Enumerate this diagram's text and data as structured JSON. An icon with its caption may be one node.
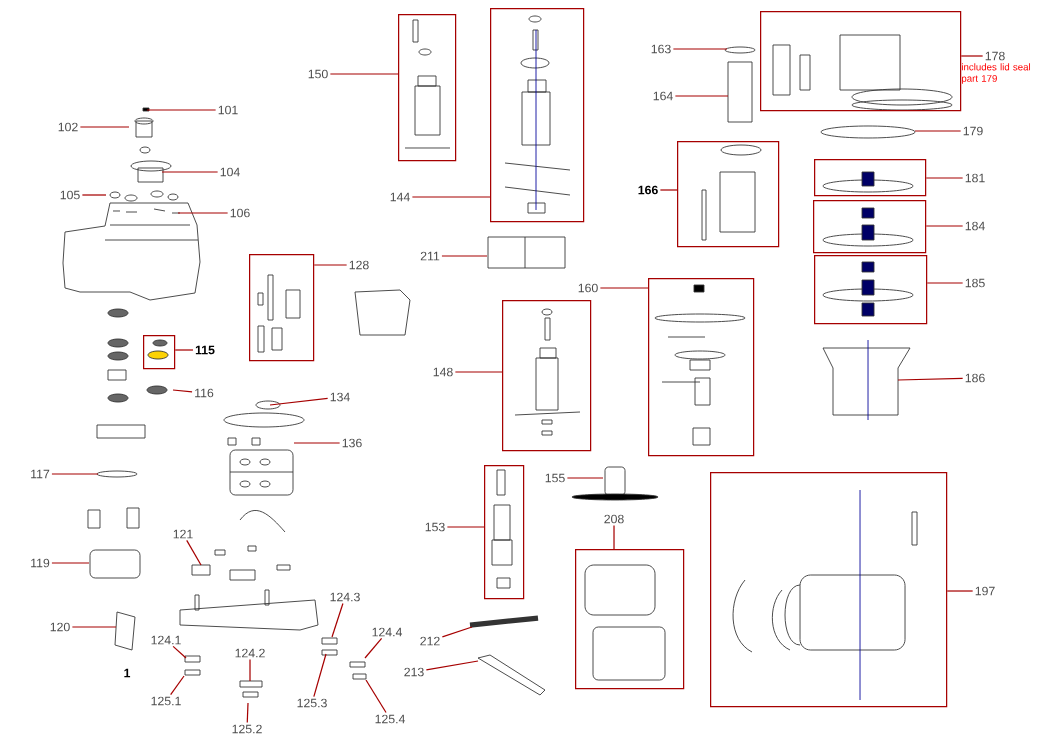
{
  "diagram": {
    "nodes": [
      {
        "text": [
          "150"
        ]
      },
      {
        "text": [],
        "shape": "box"
      },
      {
        "text": [
          "101"
        ]
      },
      {
        "text": [
          "102"
        ]
      },
      {
        "text": [
          "104"
        ]
      },
      {
        "text": [
          "105"
        ]
      },
      {
        "text": [
          "106"
        ]
      },
      {
        "text": [
          "144"
        ]
      },
      {
        "text": [],
        "shape": "box"
      },
      {
        "text": [
          "163"
        ]
      },
      {
        "text": [
          "164"
        ]
      },
      {
        "text": [
          "178"
        ],
        "beside": [
          "includes lid seal part 179"
        ]
      },
      {
        "text": [],
        "shape": "box"
      },
      {
        "text": [
          "179"
        ]
      },
      {
        "text": [
          "166"
        ]
      },
      {
        "text": [],
        "shape": "box"
      },
      {
        "text": [
          "181"
        ]
      },
      {
        "text": [],
        "shape": "box"
      },
      {
        "text": [
          "184"
        ]
      },
      {
        "text": [],
        "shape": "box"
      },
      {
        "text": [
          "211"
        ]
      },
      {
        "text": [
          "128"
        ]
      },
      {
        "text": [],
        "shape": "box"
      },
      {
        "text": [
          "185"
        ]
      },
      {
        "text": [],
        "shape": "box"
      },
      {
        "text": [
          "160"
        ]
      },
      {
        "text": [],
        "shape": "box"
      },
      {
        "text": [
          "148"
        ]
      },
      {
        "text": [],
        "shape": "box"
      },
      {
        "text": [
          "115"
        ]
      },
      {
        "text": [],
        "shape": "box"
      },
      {
        "text": [
          "186"
        ]
      },
      {
        "text": [
          "116"
        ]
      },
      {
        "text": [
          "134"
        ]
      },
      {
        "text": [
          "136"
        ]
      },
      {
        "text": [
          "117"
        ]
      },
      {
        "text": [
          "155"
        ]
      },
      {
        "text": [
          "153"
        ]
      },
      {
        "text": [],
        "shape": "box"
      },
      {
        "text": [
          "208"
        ]
      },
      {
        "text": [],
        "shape": "box"
      },
      {
        "text": [
          "197"
        ]
      },
      {
        "text": [],
        "shape": "box"
      },
      {
        "text": [
          "121"
        ]
      },
      {
        "text": [
          "119"
        ]
      },
      {
        "text": [
          "124.3"
        ]
      },
      {
        "text": [
          "120"
        ]
      },
      {
        "text": [
          "124.4"
        ]
      },
      {
        "text": [
          "212"
        ]
      },
      {
        "text": [
          "124.1"
        ]
      },
      {
        "text": [
          "124.2"
        ]
      },
      {
        "text": [
          "125.1"
        ]
      },
      {
        "text": [
          "125.3"
        ]
      },
      {
        "text": [
          "213"
        ]
      },
      {
        "text": [
          "125.4"
        ]
      },
      {
        "text": [
          "125.2"
        ]
      }
    ],
    "edges": [
      {
        "from": 0,
        "to": 1,
        "arrow": "none"
      },
      {
        "from": 2,
        "to": null,
        "arrow": "none"
      },
      {
        "from": 3,
        "to": null,
        "arrow": "none"
      },
      {
        "from": 4,
        "to": null,
        "arrow": "none"
      },
      {
        "from": 5,
        "to": null,
        "arrow": "none"
      },
      {
        "from": 6,
        "to": null,
        "arrow": "none"
      },
      {
        "from": 7,
        "to": 8,
        "arrow": "none"
      },
      {
        "from": 9,
        "to": null,
        "arrow": "none"
      },
      {
        "from": 10,
        "to": null,
        "arrow": "none"
      },
      {
        "from": 11,
        "to": 12,
        "arrow": "none"
      },
      {
        "from": 13,
        "to": null,
        "arrow": "none"
      },
      {
        "from": 14,
        "to": 15,
        "arrow": "none"
      },
      {
        "from": 16,
        "to": 17,
        "arrow": "none"
      },
      {
        "from": 18,
        "to": 19,
        "arrow": "none"
      },
      {
        "from": 20,
        "to": null,
        "arrow": "none"
      },
      {
        "from": 21,
        "to": 22,
        "arrow": "none"
      },
      {
        "from": 23,
        "to": 24,
        "arrow": "none"
      },
      {
        "from": 25,
        "to": 26,
        "arrow": "none"
      },
      {
        "from": 27,
        "to": 28,
        "arrow": "none"
      },
      {
        "from": 29,
        "to": 30,
        "arrow": "none"
      },
      {
        "from": 31,
        "to": null,
        "arrow": "none"
      },
      {
        "from": 32,
        "to": null,
        "arrow": "none"
      },
      {
        "from": 33,
        "to": null,
        "arrow": "none"
      },
      {
        "from": 34,
        "to": null,
        "arrow": "none"
      },
      {
        "from": 35,
        "to": null,
        "arrow": "none"
      },
      {
        "from": 36,
        "to": null,
        "arrow": "none"
      },
      {
        "from": 37,
        "to": 38,
        "arrow": "none"
      },
      {
        "from": 39,
        "to": 40,
        "arrow": "none"
      },
      {
        "from": 41,
        "to": 42,
        "arrow": "none"
      },
      {
        "from": 43,
        "to": null,
        "arrow": "none"
      },
      {
        "from": 44,
        "to": null,
        "arrow": "none"
      },
      {
        "from": 45,
        "to": null,
        "arrow": "none"
      },
      {
        "from": 46,
        "to": null,
        "arrow": "none"
      },
      {
        "from": 47,
        "to": null,
        "arrow": "none"
      },
      {
        "from": 48,
        "to": null,
        "arrow": "none"
      },
      {
        "from": 49,
        "to": null,
        "arrow": "none"
      },
      {
        "from": 50,
        "to": null,
        "arrow": "none"
      },
      {
        "from": 51,
        "to": null,
        "arrow": "none"
      },
      {
        "from": 52,
        "to": null,
        "arrow": "none"
      },
      {
        "from": 53,
        "to": null,
        "arrow": "none"
      },
      {
        "from": 54,
        "to": null,
        "arrow": "none"
      },
      {
        "from": 55,
        "to": null,
        "arrow": "none"
      }
    ],
    "labels": [
      "1"
    ]
  }
}
